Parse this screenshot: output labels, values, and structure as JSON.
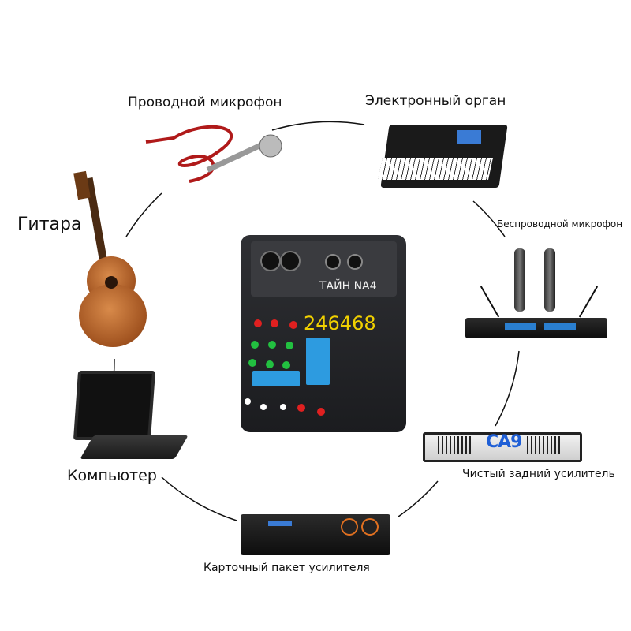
{
  "labels": {
    "wired_mic": "Проводной микрофон",
    "keyboard": "Электронный орган",
    "guitar": "Гитара",
    "wireless_mic": "Беспроводной микрофон",
    "computer": "Компьютер",
    "power_amp": "Чистый задний усилитель",
    "card_amp": "Карточный пакет усилителя"
  },
  "mixer": {
    "model": "ТАЙН NA4",
    "number": "246468"
  },
  "power_amp_brand": "CA9",
  "colors": {
    "blue_panel": "#2d9be0",
    "yellow_text": "#f0d000",
    "red_knob": "#e02020",
    "green_knob": "#22c040"
  }
}
